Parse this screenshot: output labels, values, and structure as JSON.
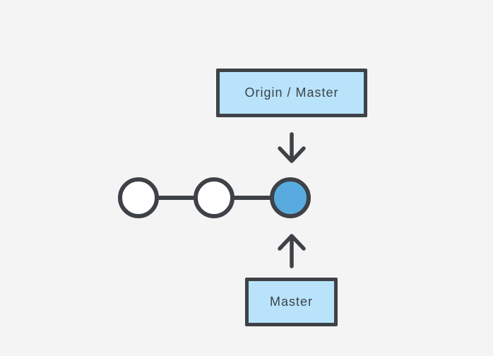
{
  "colors": {
    "stroke": "#3e4247",
    "text": "#3e4247",
    "box_fill": "#b8e3fb",
    "node_fill": "#ffffff",
    "node_fill_active": "#59abdf",
    "background": "#f4f4f4"
  },
  "diagram": {
    "origin_box_label": "Origin / Master",
    "master_box_label": "Master",
    "icons": {
      "down": "arrow-down-icon",
      "up": "arrow-up-icon"
    },
    "commits": [
      {
        "id": "commit-1",
        "state": "default"
      },
      {
        "id": "commit-2",
        "state": "default"
      },
      {
        "id": "commit-3",
        "state": "active"
      }
    ]
  }
}
